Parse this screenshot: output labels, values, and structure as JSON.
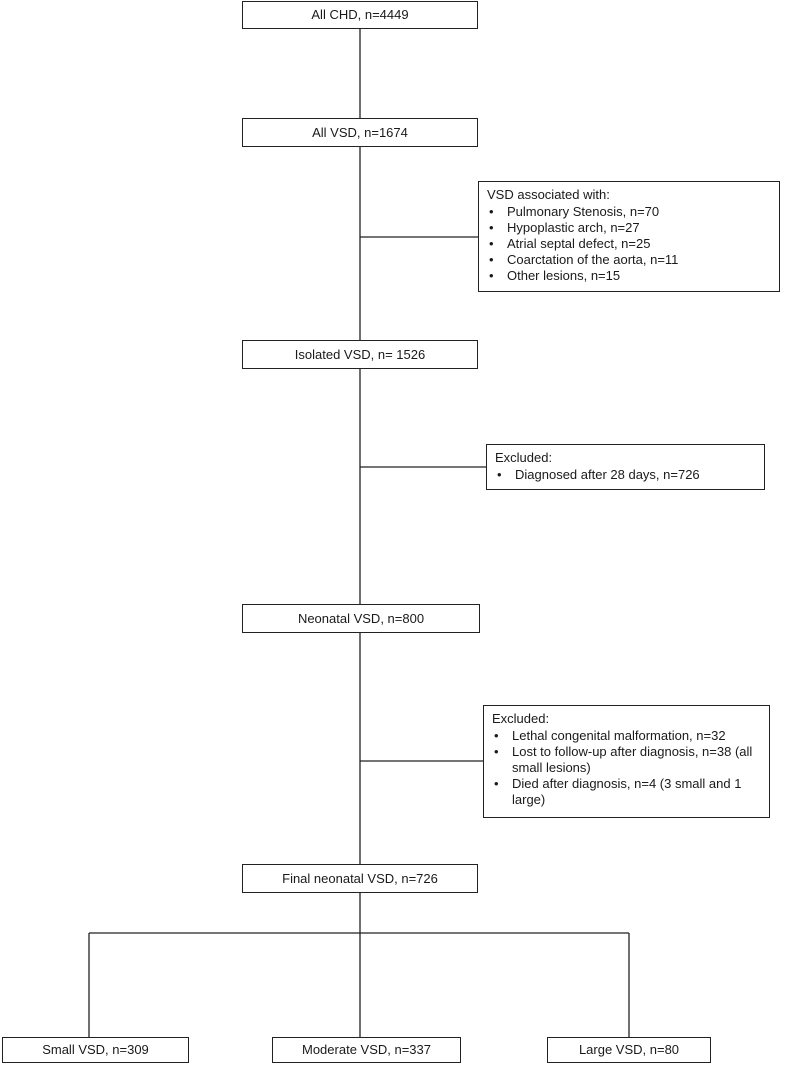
{
  "main": {
    "all_chd": "All CHD, n=4449",
    "all_vsd": "All VSD, n=1674",
    "isolated_vsd": "Isolated VSD, n= 1526",
    "neonatal_vsd": "Neonatal VSD, n=800",
    "final_neonatal_vsd": "Final neonatal VSD, n=726"
  },
  "associated": {
    "title": "VSD associated with:",
    "items": [
      "Pulmonary Stenosis, n=70",
      "Hypoplastic arch, n=27",
      "Atrial septal defect, n=25",
      "Coarctation of the aorta, n=11",
      "Other lesions, n=15"
    ]
  },
  "excluded_1": {
    "title": "Excluded:",
    "items": [
      "Diagnosed after 28 days, n=726"
    ]
  },
  "excluded_2": {
    "title": "Excluded:",
    "items": [
      "Lethal congenital malformation, n=32",
      "Lost to follow-up after diagnosis, n=38 (all small lesions)",
      "Died after diagnosis, n=4 (3 small and 1 large)"
    ]
  },
  "outcomes": {
    "small": "Small VSD, n=309",
    "moderate": "Moderate VSD, n=337",
    "large": "Large VSD, n=80"
  }
}
